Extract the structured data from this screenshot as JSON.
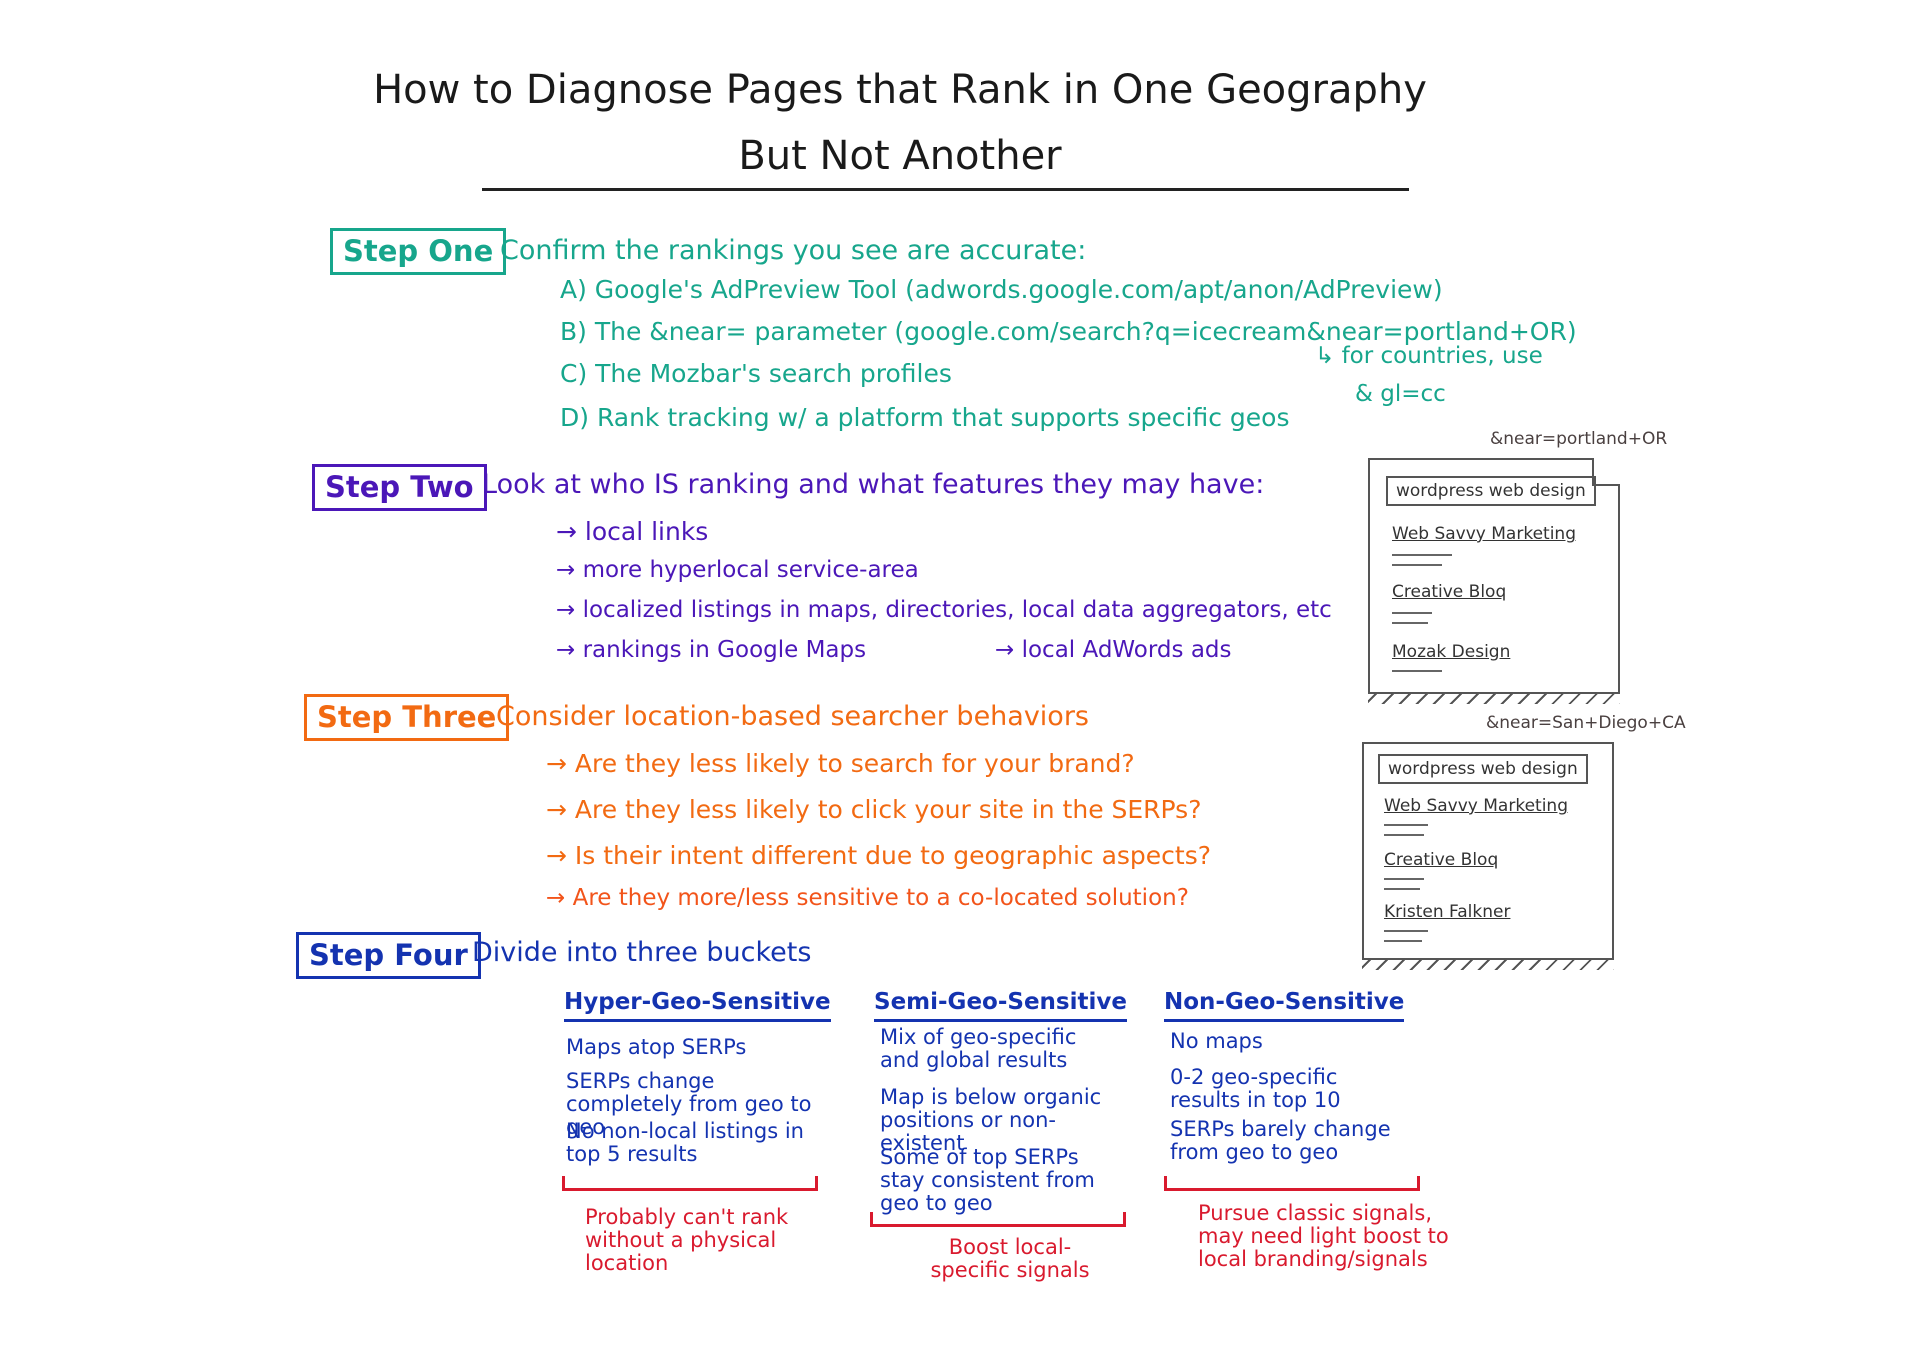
{
  "title": {
    "line1": "How to Diagnose Pages that Rank in One Geography",
    "line2": "But Not Another"
  },
  "step_one": {
    "label": "Step One",
    "heading": "Confirm the rankings you see are accurate:",
    "items": [
      "A) Google's AdPreview Tool (adwords.google.com/apt/anon/AdPreview)",
      "B) The &near= parameter (google.com/search?q=icecream&near=portland+OR)",
      "C) The Mozbar's search profiles",
      "D) Rank tracking w/ a platform that supports specific geos"
    ],
    "note_line1": "↳ for countries, use",
    "note_line2": "& gl=cc"
  },
  "step_two": {
    "label": "Step Two",
    "heading": "Look at who IS ranking and what features they may have:",
    "items": [
      "→ local links",
      "→ more hyperlocal service-area",
      "→ localized listings in maps, directories, local data aggregators, etc",
      "→ rankings in Google Maps"
    ],
    "extra": "→ local AdWords ads"
  },
  "step_three": {
    "label": "Step Three",
    "heading": "Consider location-based searcher behaviors",
    "items": [
      "→ Are they less likely to search for your brand?",
      "→ Are they less likely to click your site in the SERPs?",
      "→ Is their intent different due to geographic aspects?",
      "→ Are they more/less sensitive to a co-located solution?"
    ]
  },
  "step_four": {
    "label": "Step Four",
    "heading": "Divide into three buckets",
    "columns": [
      {
        "head": "Hyper-Geo-Sensitive",
        "items": [
          "Maps atop SERPs",
          "SERPs change completely from geo to geo",
          "No non-local listings in top 5 results"
        ],
        "conclusion": "Probably can't rank without a physical location"
      },
      {
        "head": "Semi-Geo-Sensitive",
        "items": [
          "Mix of geo-specific and global results",
          "Map is below organic positions or non-existent",
          "Some of top SERPs stay consistent from geo to geo"
        ],
        "conclusion": "Boost local-specific signals"
      },
      {
        "head": "Non-Geo-Sensitive",
        "items": [
          "No maps",
          "0-2 geo-specific results in top 10",
          "SERPs barely change from geo to geo"
        ],
        "conclusion": "Pursue classic signals, may need light boost to local branding/signals"
      }
    ]
  },
  "serps": [
    {
      "param": "&near=portland+OR",
      "query": "wordpress web design",
      "results": [
        "Web Savvy Marketing",
        "Creative Bloq",
        "Mozak Design"
      ]
    },
    {
      "param": "&near=San+Diego+CA",
      "query": "wordpress web design",
      "results": [
        "Web Savvy Marketing",
        "Creative Bloq",
        "Kristen Falkner"
      ]
    }
  ],
  "colors": {
    "step_one": "#17a68c",
    "step_two": "#4b17b8",
    "step_three": "#f26a12",
    "step_four": "#1433b0",
    "conclusion": "#d91a2e"
  }
}
